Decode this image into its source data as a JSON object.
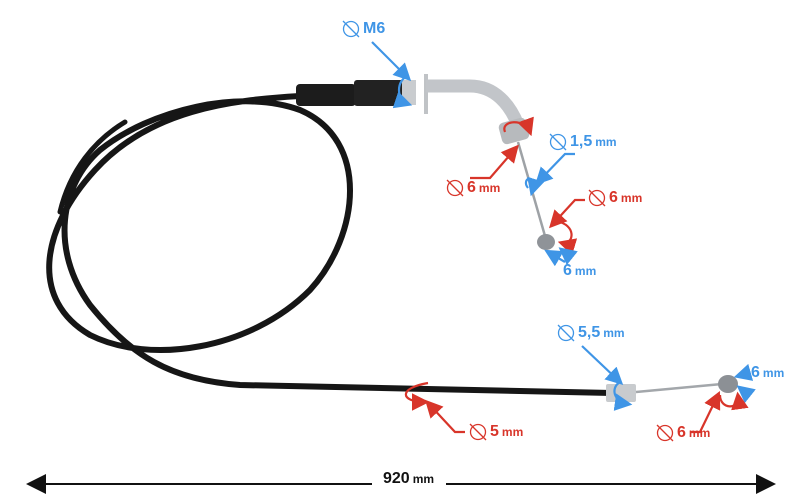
{
  "colors": {
    "blue": "#3f95e6",
    "red": "#d8352a",
    "cable": "#161616",
    "metal": "#b9bcc0"
  },
  "labels": {
    "thread": {
      "value": "M6",
      "color": "blue"
    },
    "inner_wire": {
      "value": "1,5",
      "unit": "mm",
      "color": "blue"
    },
    "ferrule_top": {
      "value": "6",
      "unit": "mm",
      "color": "red"
    },
    "nipple_top_dia": {
      "value": "6",
      "unit": "mm",
      "color": "red"
    },
    "nipple_top_len": {
      "value": "6",
      "unit": "mm",
      "color": "blue"
    },
    "end_fitting": {
      "value": "5,5",
      "unit": "mm",
      "color": "blue"
    },
    "nipple_end_len": {
      "value": "6",
      "unit": "mm",
      "color": "blue"
    },
    "housing": {
      "value": "5",
      "unit": "mm",
      "color": "red"
    },
    "nipple_end_dia": {
      "value": "6",
      "unit": "mm",
      "color": "red"
    }
  },
  "total_length": {
    "value": "920",
    "unit": "mm"
  }
}
